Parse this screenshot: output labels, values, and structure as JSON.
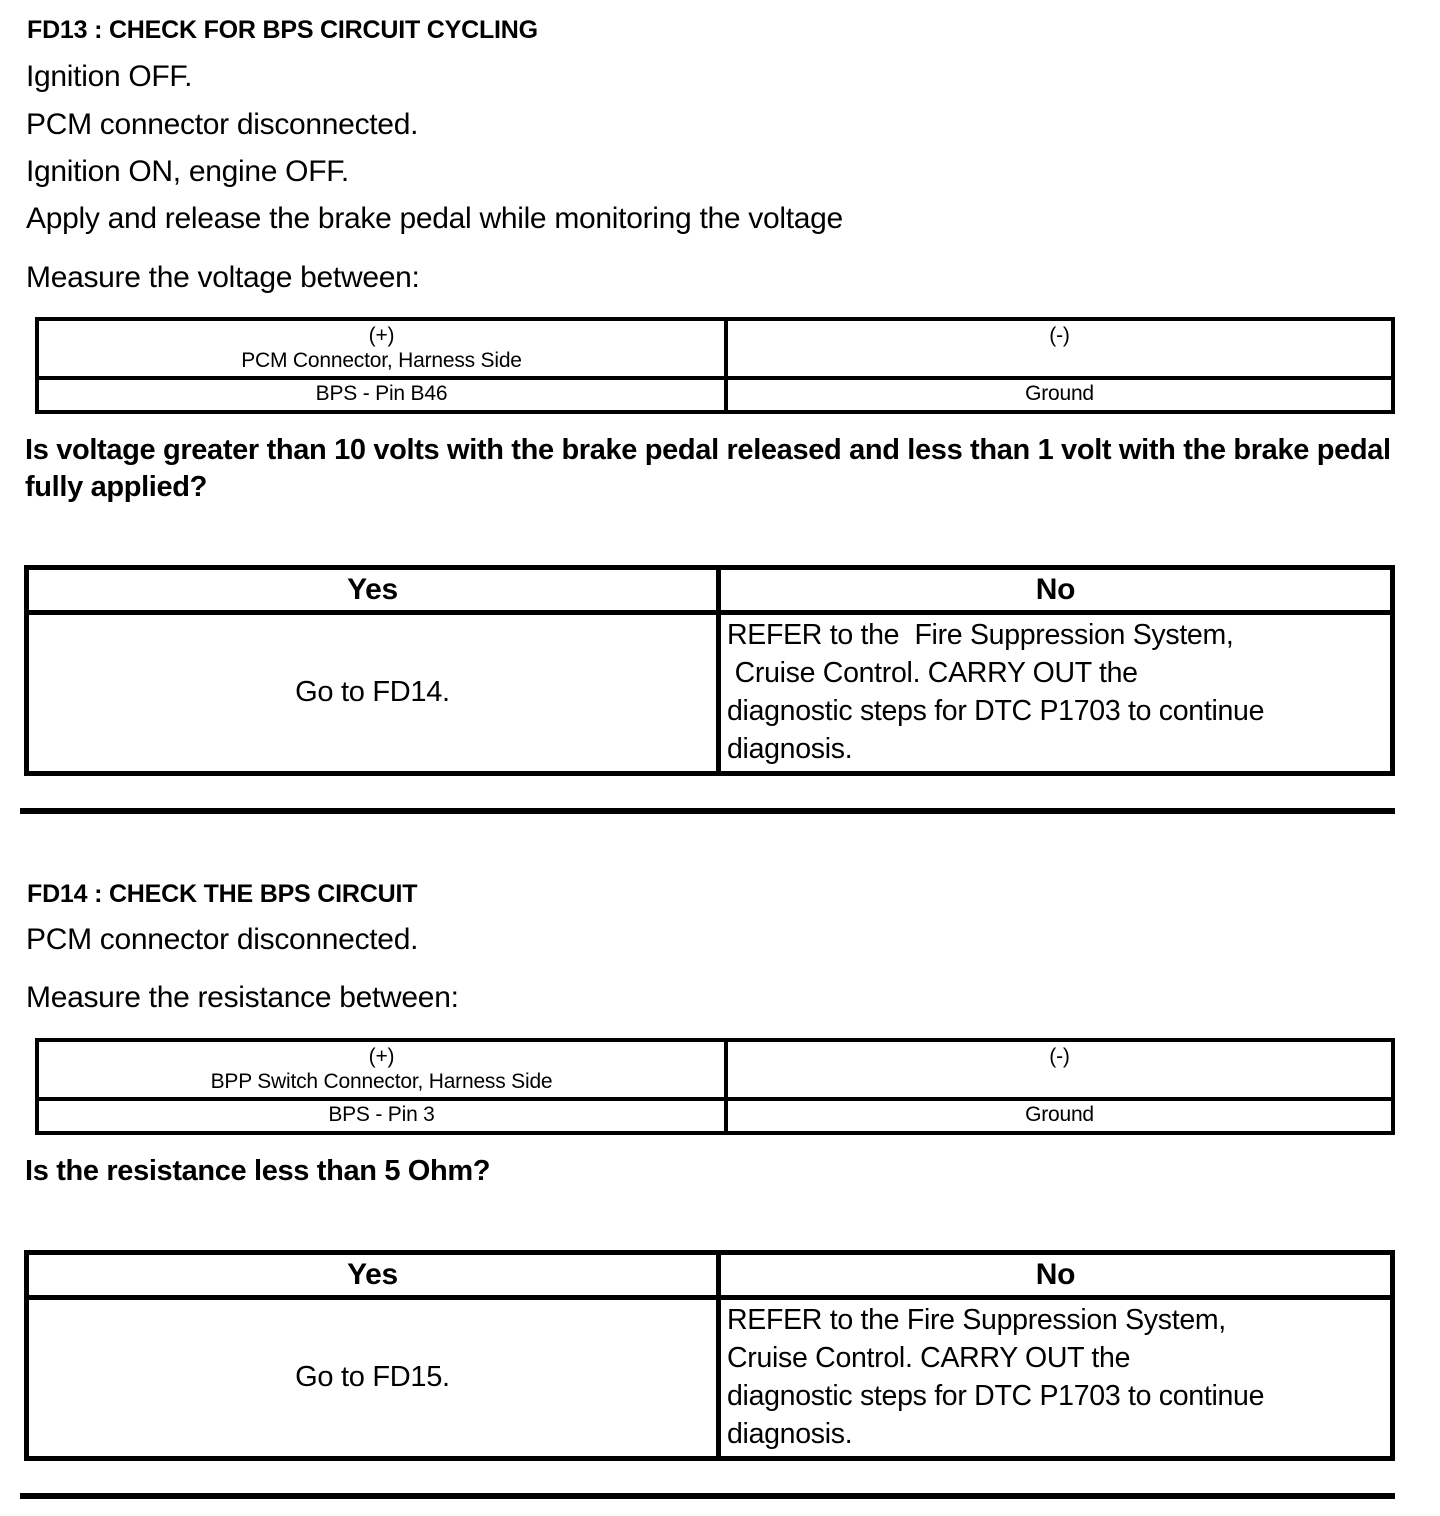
{
  "document": {
    "type": "automotive-diagnostic-pinpoint-test"
  },
  "sections": [
    {
      "id": "FD13",
      "title": "FD13 : CHECK FOR BPS CIRCUIT CYCLING",
      "steps": [
        "Ignition OFF.",
        "PCM connector disconnected.",
        "Ignition ON, engine OFF.",
        "Apply and release the brake pedal while monitoring the voltage"
      ],
      "measure_label": "Measure the voltage between:",
      "measure_table": {
        "positive_sign": "(+)",
        "positive_connector": "PCM Connector, Harness Side",
        "positive_node": "BPS - Pin B46",
        "negative_sign": "(-)",
        "negative_connector": "",
        "negative_node": "Ground"
      },
      "question": "Is voltage greater than 10 volts with the brake pedal released and less than 1 volt with the brake pedal fully applied?",
      "decision": {
        "yes_header": "Yes",
        "no_header": "No",
        "yes_action": "Go to FD14.",
        "no_action_lines": [
          "REFER to the  Fire Suppression System,",
          " Cruise Control. CARRY OUT the",
          "diagnostic steps for DTC P1703 to continue",
          "diagnosis."
        ]
      }
    },
    {
      "id": "FD14",
      "title": "FD14 : CHECK THE BPS CIRCUIT",
      "steps": [
        "PCM connector disconnected."
      ],
      "measure_label": "Measure the resistance between:",
      "measure_table": {
        "positive_sign": "(+)",
        "positive_connector": "BPP Switch Connector, Harness Side",
        "positive_node": "BPS - Pin 3",
        "negative_sign": "(-)",
        "negative_connector": "",
        "negative_node": "Ground"
      },
      "question": "Is the resistance less than 5 Ohm?",
      "decision": {
        "yes_header": "Yes",
        "no_header": "No",
        "yes_action": "Go to FD15.",
        "no_action_lines": [
          "REFER to the Fire Suppression System,",
          "Cruise Control. CARRY OUT the",
          "diagnostic steps for DTC P1703 to continue",
          "diagnosis."
        ]
      }
    }
  ],
  "colors": {
    "ink": "#000000",
    "paper": "#ffffff"
  }
}
